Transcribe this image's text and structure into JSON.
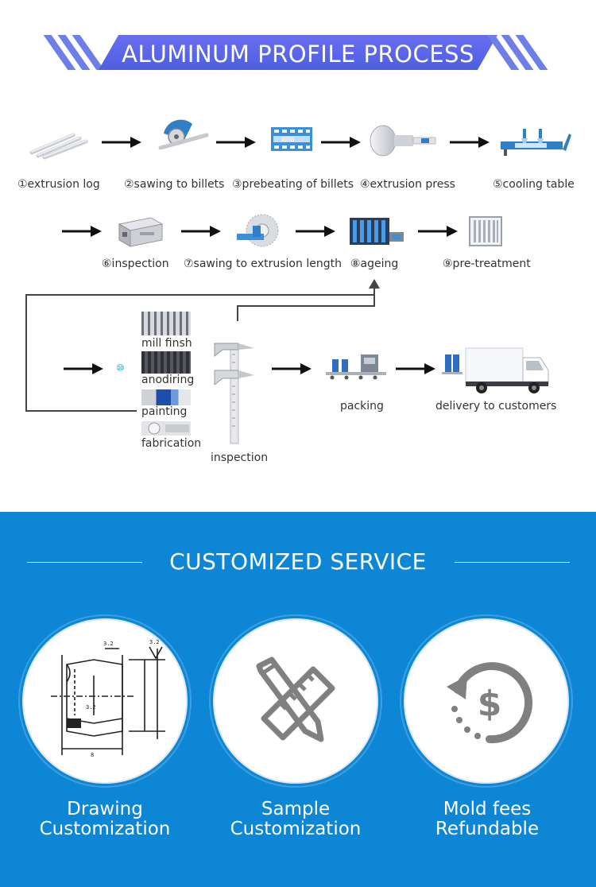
{
  "header": {
    "title": "ALUMINUM PROFILE PROCESS"
  },
  "process": {
    "row1": [
      {
        "label": "①extrusion log",
        "icon": "extrusion-log-icon"
      },
      {
        "label": "②sawing to billets",
        "icon": "saw-icon"
      },
      {
        "label": "③prebeating of billets",
        "icon": "furnace-icon"
      },
      {
        "label": "④extrusion press",
        "icon": "press-icon"
      },
      {
        "label": "⑤cooling table",
        "icon": "cooling-table-icon"
      }
    ],
    "row2": [
      {
        "label": "⑥inspection",
        "icon": "profile-icon"
      },
      {
        "label": "⑦sawing to extrusion length",
        "icon": "circular-saw-icon"
      },
      {
        "label": "⑧ageing",
        "icon": "ageing-oven-icon"
      },
      {
        "label": "⑨pre-treatment",
        "icon": "pretreatment-rack-icon"
      }
    ],
    "row3": {
      "marker": "⑩",
      "finishes": [
        "mill finsh",
        "anodiring",
        "painting",
        "fabrication"
      ],
      "inspection": "inspection",
      "packing": "packing",
      "delivery": "delivery to customers"
    }
  },
  "service": {
    "title": "CUSTOMIZED SERVICE",
    "cards": [
      {
        "line1": "Drawing",
        "line2": "Customization",
        "icon": "technical-drawing-icon"
      },
      {
        "line1": "Sample",
        "line2": "Customization",
        "icon": "pencil-ruler-icon"
      },
      {
        "line1": "Mold fees",
        "line2": "Refundable",
        "icon": "dollar-refund-icon"
      }
    ]
  },
  "colors": {
    "banner": "#5566e6",
    "service_bg": "#0d86d6",
    "icon_gray": "#8a8a8a",
    "icon_blue": "#2a63b0"
  }
}
